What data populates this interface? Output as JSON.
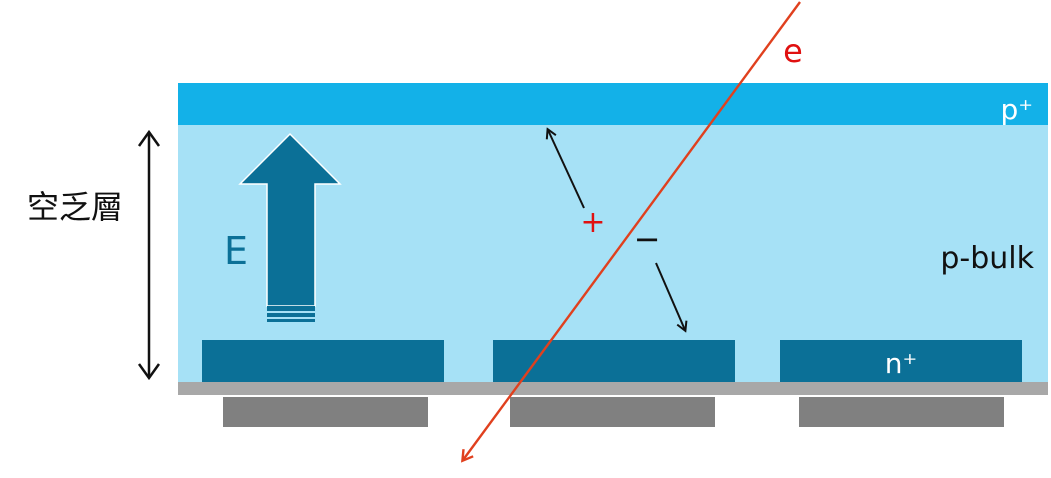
{
  "labels": {
    "p_plus": "p⁺",
    "p_bulk": "p-bulk",
    "n_plus": "n⁺",
    "electron": "e",
    "field": "E",
    "depletion_layer": "空乏層",
    "plus_charge": "+",
    "minus_charge": "−"
  },
  "colors": {
    "p_plus_layer": "#13b1e8",
    "bulk": "#a6e1f6",
    "n_plus": "#0b7097",
    "backplane": "#a8a8a8",
    "readout": "#808080",
    "field_arrow": "#0b7097",
    "electron_track": "#e0401e",
    "plus_charge": "#e01010",
    "text": "#111111",
    "white_text": "#ffffff"
  }
}
